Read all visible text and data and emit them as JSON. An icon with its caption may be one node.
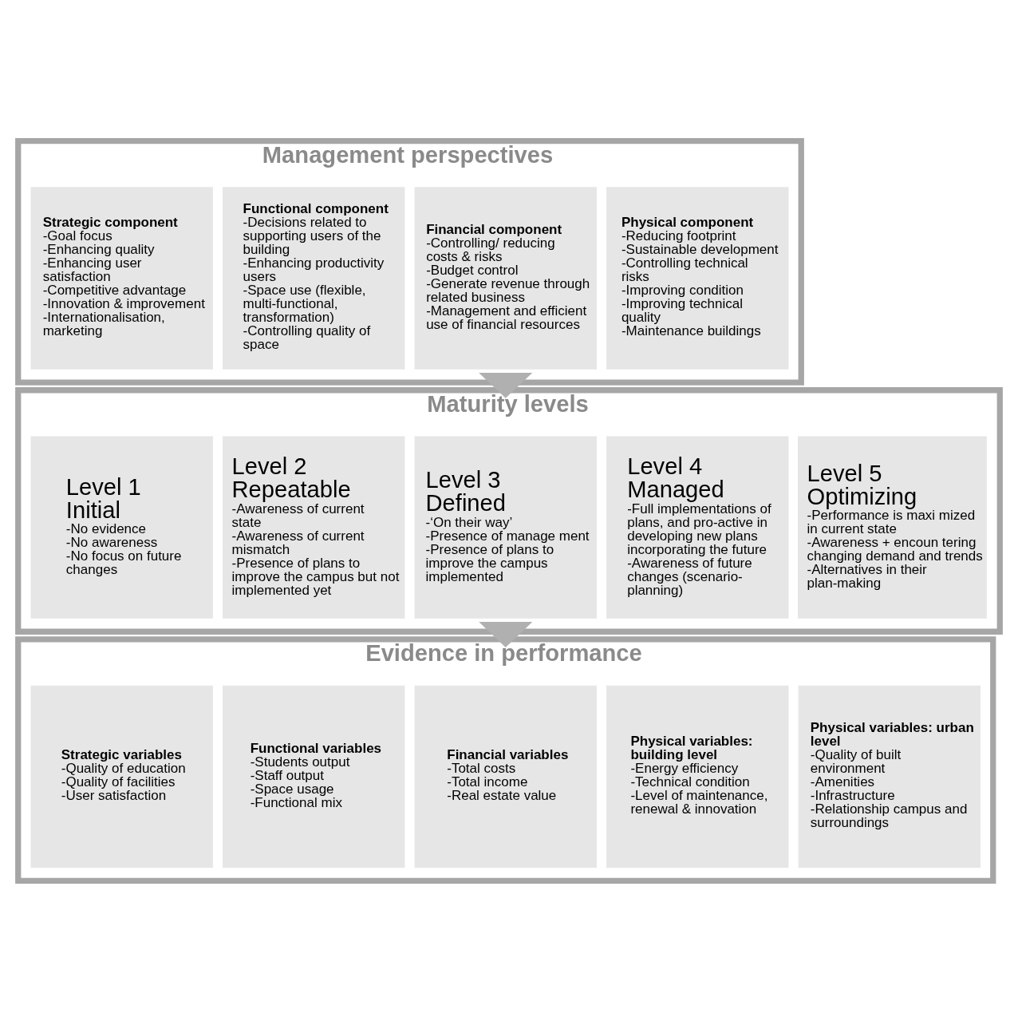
{
  "diagram": {
    "nodes": [
      {
        "text": [
          "Management perspectives"
        ]
      },
      {
        "text": [
          "Strategic component",
          "-Goal focus",
          "-Enhancing quality",
          "-Enhancing user satisfaction",
          "-Competitive advantage",
          "-Innovation & improvement",
          "-Internationalisation, marketing"
        ],
        "in": 0
      },
      {
        "text": [
          "Functional component",
          "-Decisions related to supporting users of the building",
          "-Enhancing productivity users",
          "-Space use (flexible, multi-functional, transformation)",
          "-Controlling quality of space"
        ],
        "in": 0
      },
      {
        "text": [
          "Financial component",
          "-Controlling/ reducing costs & risks",
          "-Budget control",
          "-Generate revenue through related business",
          "-Management and efficient use of financial resources"
        ],
        "in": 0
      },
      {
        "text": [
          "Physical component",
          "-Reducing footprint",
          "-Sustainable development",
          "-Controlling technical risks",
          "-Improving condition",
          "-Improving technical quality",
          "-Maintenance buildings"
        ],
        "in": 0
      },
      {
        "text": [
          "Maturity levels"
        ]
      },
      {
        "text": [
          "Level 1 Initial",
          "-No evidence",
          "-No awareness",
          "-No focus on future changes"
        ],
        "in": 5
      },
      {
        "text": [
          "Level 2 Repeatable",
          "-Awareness of current state",
          "-Awareness of current mismatch",
          "-Presence of plans to improve the campus but not implemented yet"
        ],
        "in": 5
      },
      {
        "text": [
          "Level 3 Defined",
          "-‘On their way’",
          "-Presence of manage ment",
          "-Presence of plans to improve the campus implemented"
        ],
        "in": 5
      },
      {
        "text": [
          "Level 4 Managed",
          "-Full implementations of plans, and pro-active in developing new plans incorporating the future",
          "-Awareness of future changes (scenario-planning)"
        ],
        "in": 5
      },
      {
        "text": [
          "Level 5 Optimizing",
          "-Performance is maxi mized in current state",
          "-Awareness + encoun tering changing demand and trends",
          "-Alternatives in their plan-making"
        ],
        "in": 5
      },
      {
        "text": [
          "Evidence in performance"
        ]
      },
      {
        "text": [
          "Strategic variables",
          "-Quality of education",
          "-Quality of facilities",
          "-User satisfaction"
        ],
        "in": 11
      },
      {
        "text": [
          "Functional variables",
          "-Students output",
          "-Staff output",
          "-Space usage",
          "-Functional mix"
        ],
        "in": 11
      },
      {
        "text": [
          "Financial variables",
          "-Total costs",
          "-Total income",
          "-Real estate value"
        ],
        "in": 11
      },
      {
        "text": [
          "Physical variables: building level",
          "-Energy efficiency",
          "-Technical condition",
          "-Level of maintenance, renewal & innovation"
        ],
        "in": 11
      },
      {
        "text": [
          "Physical variables: urban level",
          "-Quality of built environment",
          "-Amenities",
          "-Infrastructure",
          "-Relationship campus and surroundings"
        ],
        "in": 11
      }
    ],
    "edges": [
      {
        "from": 0,
        "to": 5,
        "arrow": "to",
        "style": "thick"
      },
      {
        "from": 5,
        "to": 11,
        "arrow": "to",
        "style": "thick"
      }
    ]
  }
}
